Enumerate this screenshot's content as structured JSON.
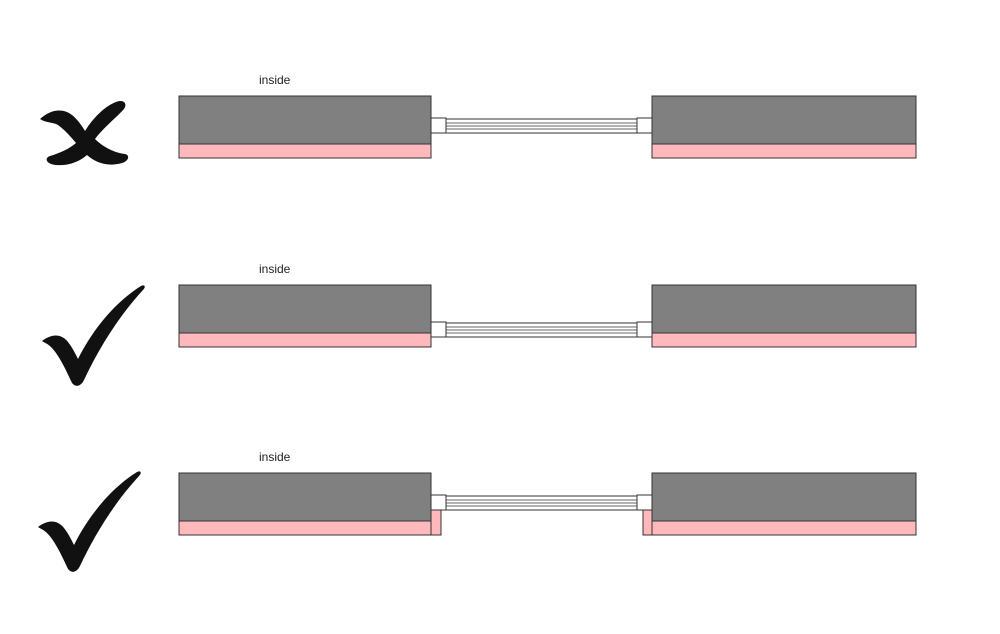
{
  "colors": {
    "wall": "#808080",
    "insulation": "#ffb8bc",
    "outline": "#333333",
    "glass": "#ffffff",
    "mark": "#111111"
  },
  "rows": [
    {
      "label": "inside",
      "verdict": "cross-icon",
      "return_insulation": false
    },
    {
      "label": "inside",
      "verdict": "check-icon",
      "return_insulation": false
    },
    {
      "label": "inside",
      "verdict": "check-icon",
      "return_insulation": true
    }
  ]
}
